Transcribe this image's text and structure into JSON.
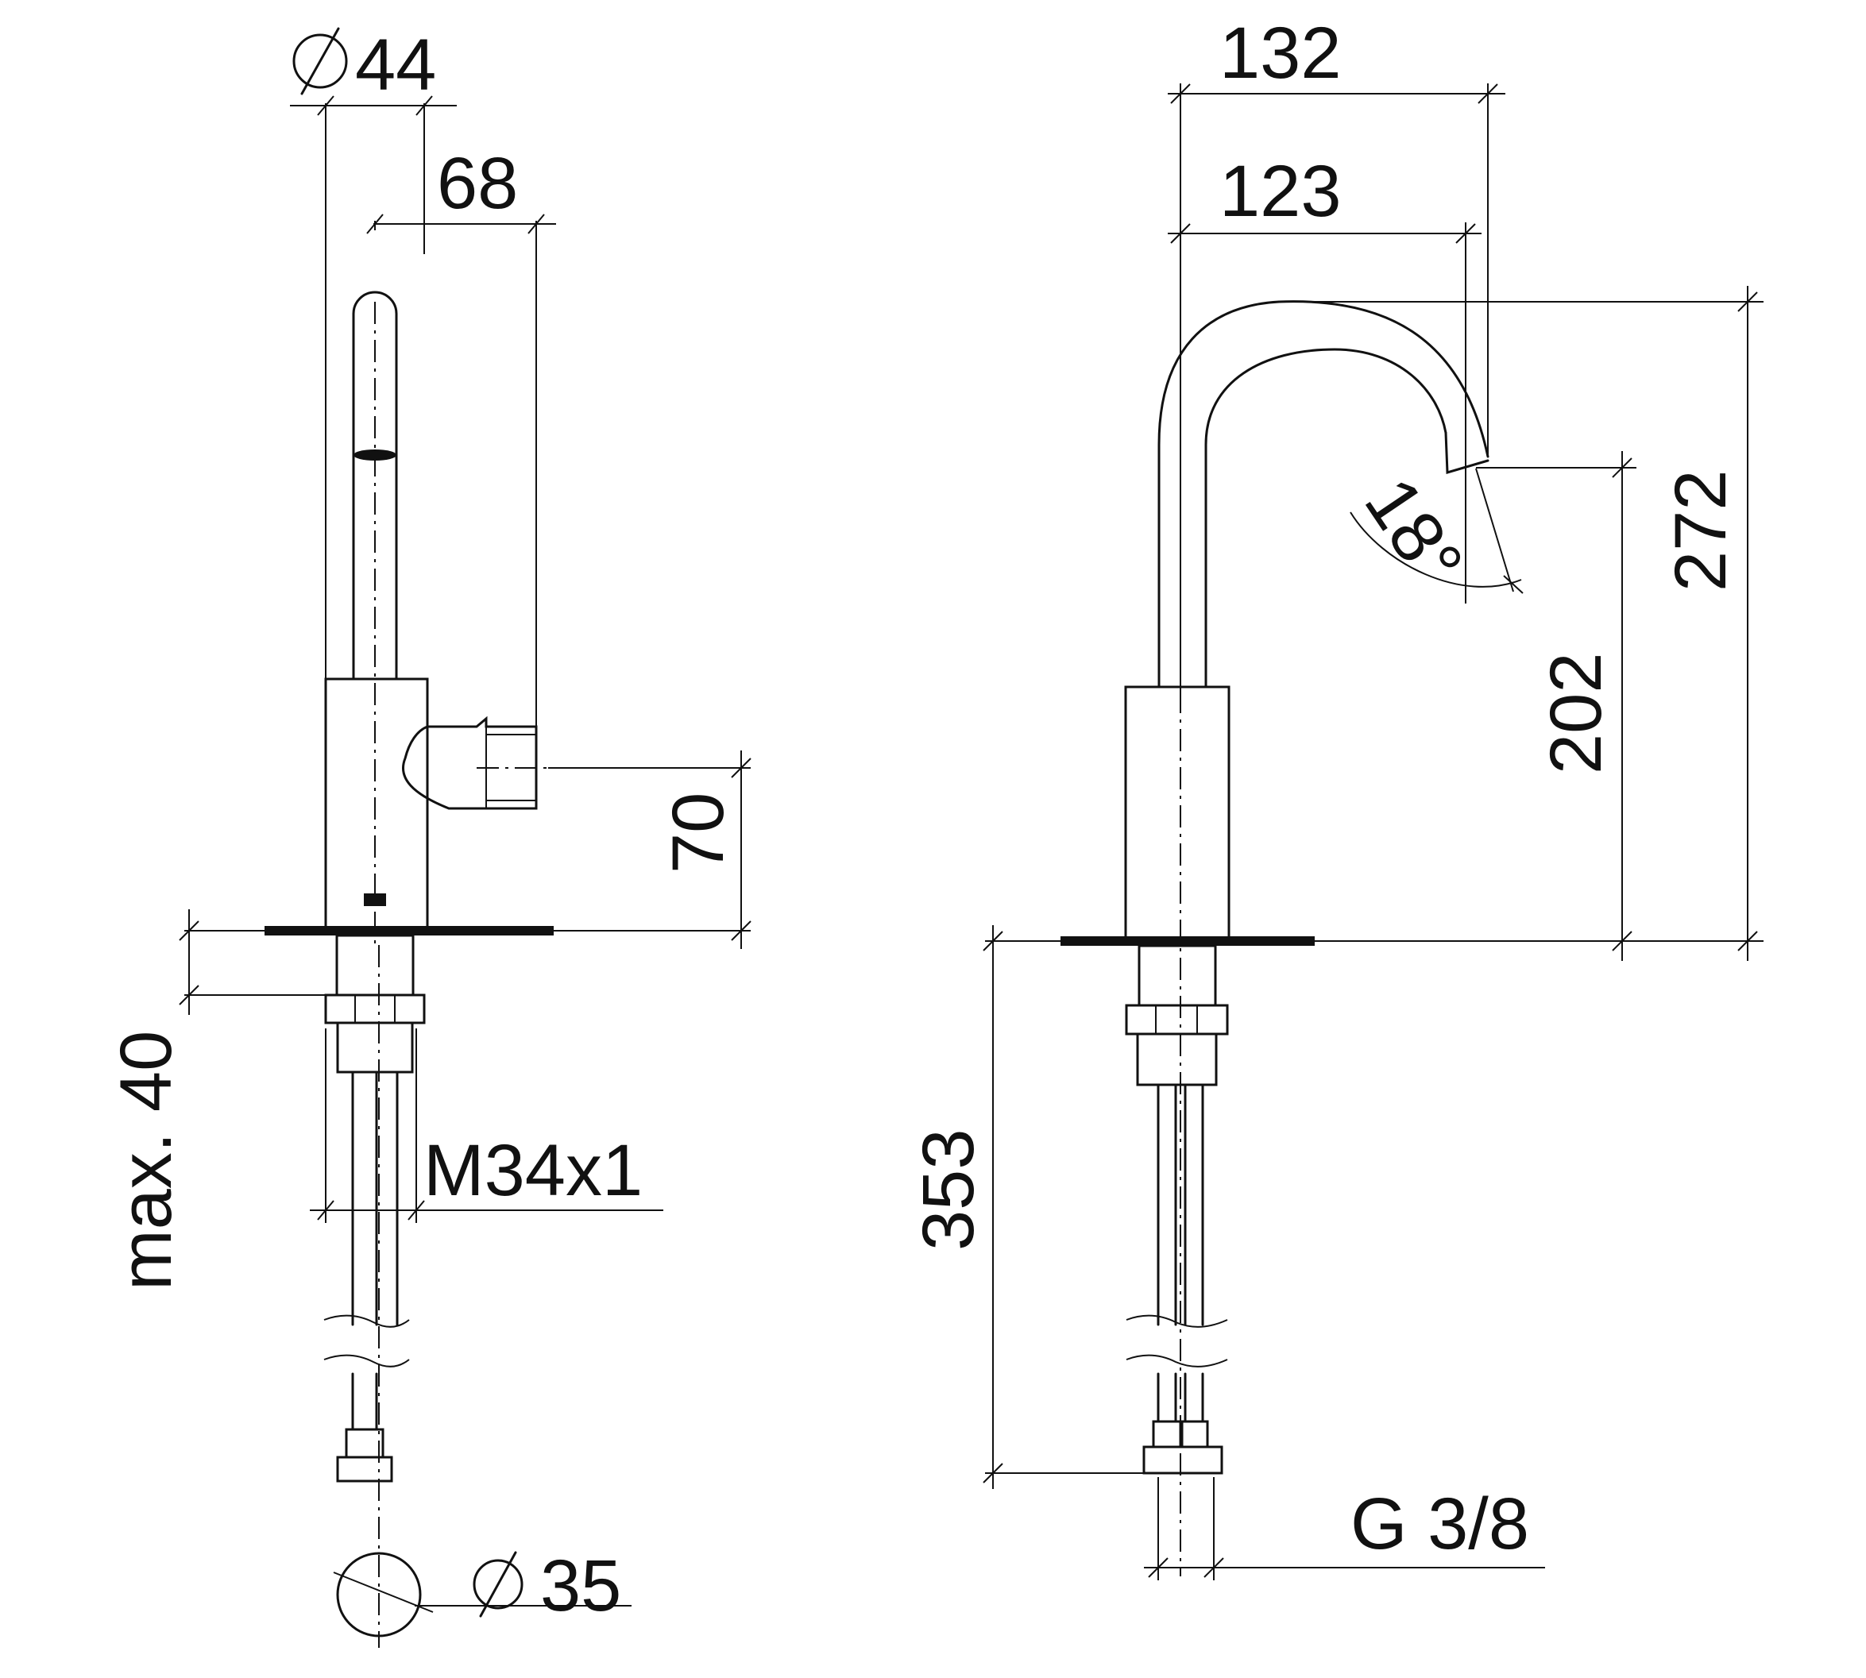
{
  "dimensions": {
    "dia_44": "44",
    "d68": "68",
    "d70": "70",
    "max40": "max. 40",
    "thread": "M34x1",
    "dia_35": "35",
    "d132": "132",
    "d123": "123",
    "angle": "18°",
    "d272": "272",
    "d202": "202",
    "d353": "353",
    "g38": "G 3/8"
  },
  "icons": [
    "diameter-icon",
    "diameter-icon"
  ],
  "colors": {
    "line": "#111111",
    "background": "#ffffff"
  }
}
